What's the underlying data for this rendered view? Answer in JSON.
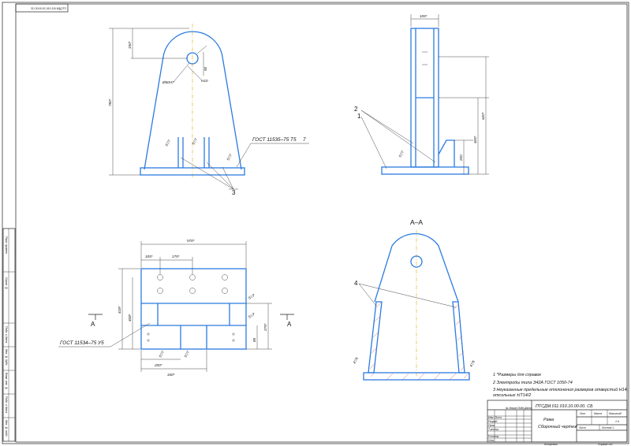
{
  "stamp": {
    "code": "ПТСДМ.011.010.10.00.00 СБ"
  },
  "views": {
    "front": {
      "height": "780*",
      "top_offset": "150*",
      "hole_diameter": "Ø60Н7",
      "hole_dim_a": "90",
      "hole_dim_b": "Н10",
      "weld_std": "ГОСТ 11535–75 Т5",
      "weld_leg": "7",
      "weld_marks": [
        "5▽7",
        "5▽7",
        "5▽7"
      ],
      "callout": "3"
    },
    "side": {
      "width_top": "105*",
      "dim_620": "620*",
      "dim_405": "405*",
      "dim_200": "200",
      "weld_mark": "5▽7",
      "callouts": [
        "2",
        "1"
      ]
    },
    "plan": {
      "width": "570*",
      "dim_105": "105*",
      "dim_175": "175*",
      "height": "418*",
      "dim_408": "408*",
      "dim_275": "275*",
      "dim_85": "85",
      "dim_200": "200*",
      "dim_340": "340*",
      "weld_std": "ГОСТ 11534–75 У5",
      "weld_marks": [
        "5▽7",
        "5▽7",
        "5▽7",
        "5▽7"
      ],
      "section_left": "А",
      "section_right": "А"
    },
    "section": {
      "title": "А–А",
      "callout": "4",
      "weld_marks": [
        "4▽5",
        "4▽5"
      ]
    }
  },
  "notes": [
    "1 *Размеры для справок",
    "2 Электроды типа Э42А ГОСТ 1050-74",
    "3 Неуказанные предельные отклонения размеров отверстий Н14,",
    "отсольных ±IT14/2"
  ],
  "title_block": {
    "designation": "ПТСДМ.011.010.10.00.00. СБ",
    "name_line1": "Рама",
    "name_line2": "Сборочный чертеж",
    "col_lit": "Лит.",
    "col_mass": "Масса",
    "col_scale": "Масштаб",
    "scale": "1:4",
    "sheet": "Лист",
    "sheets": "Листов  1",
    "rows_left": [
      "Изм. Лист",
      "Разраб.",
      "Пров.",
      "Т.контр.",
      "",
      "Н.контр.",
      "Утв."
    ],
    "hdr": [
      "№ докум.",
      "Подп.",
      "Дата"
    ],
    "footer_left": "Копировал",
    "footer_right": "Формат    А3"
  },
  "side_strip": [
    "Перв. примен.",
    "Справ. №",
    "Подп. и дата",
    "Инв. № дубл.",
    "Взам. инв. №",
    "Подп. и дата",
    "Инв. № подл."
  ]
}
